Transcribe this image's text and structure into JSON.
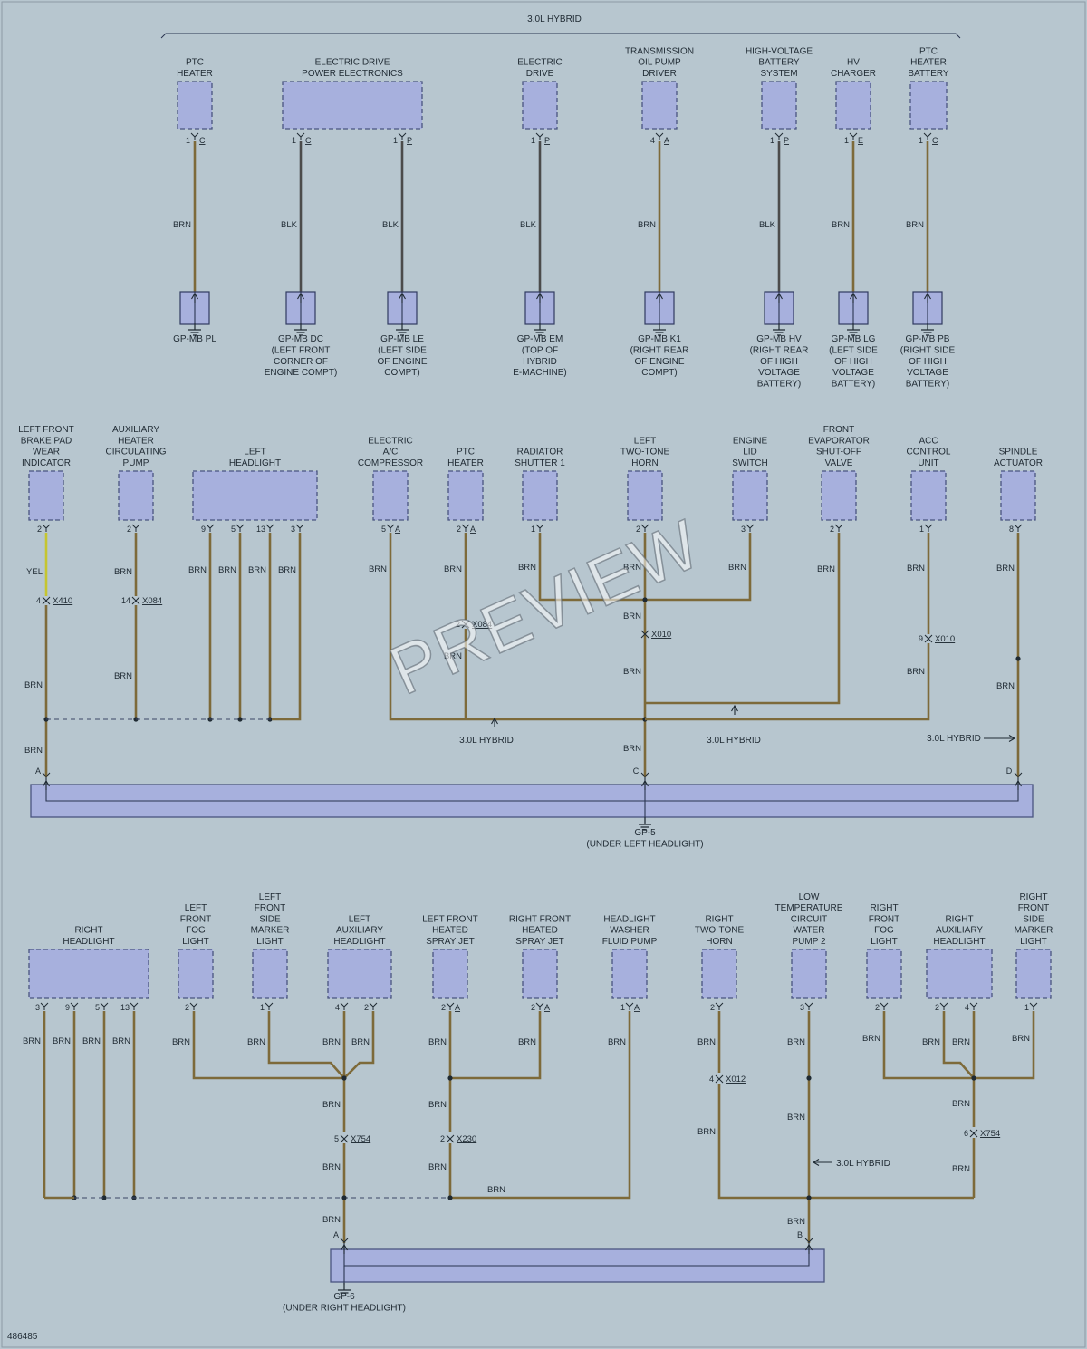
{
  "hybrid_bracket_label": "3.0L HYBRID",
  "watermark": "PREVIEW",
  "figure_number": "486485",
  "section1": {
    "components": [
      {
        "name": "PTC\nHEATER",
        "pins": [
          {
            "num": "1",
            "term": "C",
            "wire": "BRN"
          }
        ],
        "grounds": [
          {
            "label": "GP-MB PL"
          }
        ]
      },
      {
        "name": "ELECTRIC DRIVE\nPOWER ELECTRONICS",
        "pins": [
          {
            "num": "1",
            "term": "C",
            "wire": "BLK"
          },
          {
            "num": "1",
            "term": "P",
            "wire": "BLK"
          }
        ],
        "grounds": [
          {
            "label": "GP-MB DC\n(LEFT FRONT\nCORNER OF\nENGINE COMPT)"
          },
          {
            "label": "GP-MB LE\n(LEFT SIDE\nOF ENGINE\nCOMPT)"
          }
        ]
      },
      {
        "name": "ELECTRIC\nDRIVE",
        "pins": [
          {
            "num": "1",
            "term": "P",
            "wire": "BLK"
          }
        ],
        "grounds": [
          {
            "label": "GP-MB EM\n(TOP OF\nHYBRID\nE-MACHINE)"
          }
        ]
      },
      {
        "name": "TRANSMISSION\nOIL PUMP\nDRIVER",
        "pins": [
          {
            "num": "4",
            "term": "A",
            "wire": "BRN"
          }
        ],
        "grounds": [
          {
            "label": "GP-MB K1\n(RIGHT REAR\nOF ENGINE\nCOMPT)"
          }
        ]
      },
      {
        "name": "HIGH-VOLTAGE\nBATTERY\nSYSTEM",
        "pins": [
          {
            "num": "1",
            "term": "P",
            "wire": "BLK"
          }
        ],
        "grounds": [
          {
            "label": "GP-MB HV\n(RIGHT REAR\nOF HIGH\nVOLTAGE\nBATTERY)"
          }
        ]
      },
      {
        "name": "HV\nCHARGER",
        "pins": [
          {
            "num": "1",
            "term": "E",
            "wire": "BRN"
          }
        ],
        "grounds": [
          {
            "label": "GP-MB LG\n(LEFT SIDE\nOF HIGH\nVOLTAGE\nBATTERY)"
          }
        ]
      },
      {
        "name": "PTC\nHEATER\nBATTERY",
        "pins": [
          {
            "num": "1",
            "term": "C",
            "wire": "BRN"
          }
        ],
        "grounds": [
          {
            "label": "GP-MB PB\n(RIGHT SIDE\nOF HIGH\nVOLTAGE\nBATTERY)"
          }
        ]
      }
    ]
  },
  "section2": {
    "components": [
      {
        "name": "LEFT FRONT\nBRAKE PAD\nWEAR\nINDICATOR",
        "pins": [
          {
            "num": "2",
            "term": ""
          }
        ]
      },
      {
        "name": "AUXILIARY\nHEATER\nCIRCULATING\nPUMP",
        "pins": [
          {
            "num": "2",
            "term": ""
          }
        ]
      },
      {
        "name": "LEFT\nHEADLIGHT",
        "pins": [
          {
            "num": "9",
            "term": ""
          },
          {
            "num": "5",
            "term": ""
          },
          {
            "num": "13",
            "term": ""
          },
          {
            "num": "3",
            "term": ""
          }
        ]
      },
      {
        "name": "ELECTRIC\nA/C\nCOMPRESSOR",
        "pins": [
          {
            "num": "5",
            "term": "A"
          }
        ]
      },
      {
        "name": "PTC\nHEATER",
        "pins": [
          {
            "num": "2",
            "term": "A"
          }
        ]
      },
      {
        "name": "RADIATOR\nSHUTTER 1",
        "pins": [
          {
            "num": "1",
            "term": ""
          }
        ]
      },
      {
        "name": "LEFT\nTWO-TONE\nHORN",
        "pins": [
          {
            "num": "2",
            "term": ""
          }
        ]
      },
      {
        "name": "ENGINE\nLID\nSWITCH",
        "pins": [
          {
            "num": "3",
            "term": ""
          }
        ]
      },
      {
        "name": "FRONT\nEVAPORATOR\nSHUT-OFF\nVALVE",
        "pins": [
          {
            "num": "2",
            "term": ""
          }
        ]
      },
      {
        "name": "ACC\nCONTROL\nUNIT",
        "pins": [
          {
            "num": "1",
            "term": ""
          }
        ]
      },
      {
        "name": "SPINDLE\nACTUATOR",
        "pins": [
          {
            "num": "8",
            "term": ""
          }
        ]
      }
    ],
    "wire_labels": {
      "yel": "YEL",
      "brn": "BRN"
    },
    "connectors": [
      {
        "pin": "4",
        "name": "X410"
      },
      {
        "pin": "14",
        "name": "X084"
      },
      {
        "pin": "2",
        "name": "X084"
      },
      {
        "pin": "",
        "name": "X010"
      },
      {
        "pin": "9",
        "name": "X010"
      }
    ],
    "hybrid_notes": [
      "3.0L HYBRID",
      "3.0L HYBRID",
      "3.0L HYBRID"
    ],
    "ground": {
      "taps": [
        "A",
        "C",
        "D"
      ],
      "label": "GP-5\n(UNDER LEFT HEADLIGHT)"
    }
  },
  "section3": {
    "components": [
      {
        "name": "RIGHT\nHEADLIGHT",
        "pins": [
          {
            "num": "3",
            "term": ""
          },
          {
            "num": "9",
            "term": ""
          },
          {
            "num": "5",
            "term": ""
          },
          {
            "num": "13",
            "term": ""
          }
        ]
      },
      {
        "name": "LEFT\nFRONT\nFOG\nLIGHT",
        "pins": [
          {
            "num": "2",
            "term": ""
          }
        ]
      },
      {
        "name": "LEFT\nFRONT\nSIDE\nMARKER\nLIGHT",
        "pins": [
          {
            "num": "1",
            "term": ""
          }
        ]
      },
      {
        "name": "LEFT\nAUXILIARY\nHEADLIGHT",
        "pins": [
          {
            "num": "4",
            "term": ""
          },
          {
            "num": "2",
            "term": ""
          }
        ]
      },
      {
        "name": "LEFT FRONT\nHEATED\nSPRAY JET",
        "pins": [
          {
            "num": "2",
            "term": "A"
          }
        ]
      },
      {
        "name": "RIGHT FRONT\nHEATED\nSPRAY JET",
        "pins": [
          {
            "num": "2",
            "term": "A"
          }
        ]
      },
      {
        "name": "HEADLIGHT\nWASHER\nFLUID PUMP",
        "pins": [
          {
            "num": "1",
            "term": "A"
          }
        ]
      },
      {
        "name": "RIGHT\nTWO-TONE\nHORN",
        "pins": [
          {
            "num": "2",
            "term": ""
          }
        ]
      },
      {
        "name": "LOW\nTEMPERATURE\nCIRCUIT\nWATER\nPUMP 2",
        "pins": [
          {
            "num": "3",
            "term": ""
          }
        ]
      },
      {
        "name": "RIGHT\nFRONT\nFOG\nLIGHT",
        "pins": [
          {
            "num": "2",
            "term": ""
          }
        ]
      },
      {
        "name": "RIGHT\nAUXILIARY\nHEADLIGHT",
        "pins": [
          {
            "num": "2",
            "term": ""
          },
          {
            "num": "4",
            "term": ""
          }
        ]
      },
      {
        "name": "RIGHT\nFRONT\nSIDE\nMARKER\nLIGHT",
        "pins": [
          {
            "num": "1",
            "term": ""
          }
        ]
      }
    ],
    "connectors": [
      {
        "pin": "5",
        "name": "X754"
      },
      {
        "pin": "2",
        "name": "X230"
      },
      {
        "pin": "4",
        "name": "X012"
      },
      {
        "pin": "6",
        "name": "X754"
      }
    ],
    "hybrid_note": "3.0L HYBRID",
    "ground": {
      "taps": [
        "A",
        "B"
      ],
      "label": "GP-6\n(UNDER RIGHT HEADLIGHT)"
    }
  }
}
